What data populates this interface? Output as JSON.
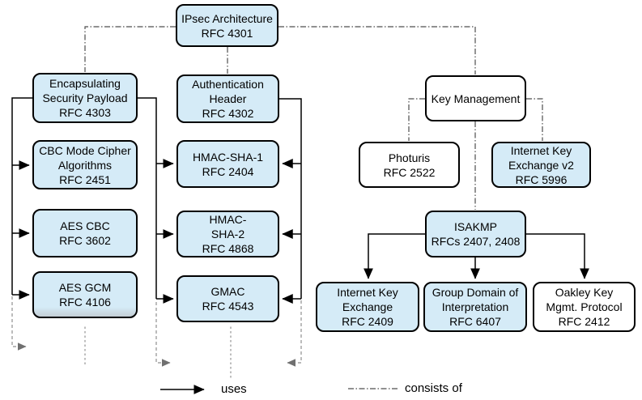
{
  "diagram": {
    "title_node": "IPsec Architecture",
    "colors": {
      "node_fill": "#d5ebf7",
      "node_fill_plain": "#ffffff",
      "node_border": "#000000",
      "uses_line": "#000000",
      "consists_line": "#4d4d4d",
      "continuation_line": "#8f8f8f"
    },
    "legend": {
      "uses": "uses",
      "consists_of": "consists of"
    },
    "nodes": {
      "ipsec": {
        "lines": [
          "IPsec Architecture",
          "RFC 4301"
        ],
        "fill": "blue"
      },
      "esp": {
        "lines": [
          "Encapsulating",
          "Security Payload",
          "RFC 4303"
        ],
        "fill": "blue"
      },
      "ah": {
        "lines": [
          "Authentication",
          "Header",
          "RFC 4302"
        ],
        "fill": "blue"
      },
      "keymgmt": {
        "lines": [
          "Key Management"
        ],
        "fill": "white"
      },
      "cbc": {
        "lines": [
          "CBC Mode Cipher",
          "Algorithms",
          "RFC 2451"
        ],
        "fill": "blue"
      },
      "hmacsha1": {
        "lines": [
          "HMAC-SHA-1",
          "RFC 2404"
        ],
        "fill": "blue"
      },
      "photuris": {
        "lines": [
          "Photuris",
          "RFC 2522"
        ],
        "fill": "white"
      },
      "ikev2": {
        "lines": [
          "Internet Key",
          "Exchange v2",
          "RFC 5996"
        ],
        "fill": "blue"
      },
      "aescbc": {
        "lines": [
          "AES CBC",
          "RFC 3602"
        ],
        "fill": "blue"
      },
      "hmacsha2": {
        "lines": [
          "HMAC-",
          "SHA-2",
          "RFC 4868"
        ],
        "fill": "blue"
      },
      "isakmp": {
        "lines": [
          "ISAKMP",
          "RFCs 2407, 2408"
        ],
        "fill": "blue"
      },
      "aesgcm": {
        "lines": [
          "AES GCM",
          "RFC 4106"
        ],
        "fill": "blue"
      },
      "gmac": {
        "lines": [
          "GMAC",
          "RFC 4543"
        ],
        "fill": "blue"
      },
      "ike": {
        "lines": [
          "Internet Key",
          "Exchange",
          "RFC 2409"
        ],
        "fill": "blue"
      },
      "gdoi": {
        "lines": [
          "Group Domain of",
          "Interpretation",
          "RFC 6407"
        ],
        "fill": "blue"
      },
      "oakley": {
        "lines": [
          "Oakley Key",
          "Mgmt. Protocol",
          "RFC 2412"
        ],
        "fill": "white"
      }
    },
    "edges": {
      "uses": [
        [
          "esp",
          "cbc"
        ],
        [
          "esp",
          "aescbc"
        ],
        [
          "esp",
          "aesgcm"
        ],
        [
          "esp",
          "hmacsha1"
        ],
        [
          "esp",
          "hmacsha2"
        ],
        [
          "esp",
          "gmac"
        ],
        [
          "ah",
          "hmacsha1"
        ],
        [
          "ah",
          "hmacsha2"
        ],
        [
          "ah",
          "gmac"
        ],
        [
          "isakmp",
          "ike"
        ],
        [
          "isakmp",
          "gdoi"
        ],
        [
          "isakmp",
          "oakley"
        ]
      ],
      "consists_of": [
        [
          "ipsec",
          "esp"
        ],
        [
          "ipsec",
          "ah"
        ],
        [
          "ipsec",
          "keymgmt"
        ],
        [
          "keymgmt",
          "photuris"
        ],
        [
          "keymgmt",
          "ikev2"
        ],
        [
          "keymgmt",
          "isakmp"
        ]
      ]
    }
  }
}
